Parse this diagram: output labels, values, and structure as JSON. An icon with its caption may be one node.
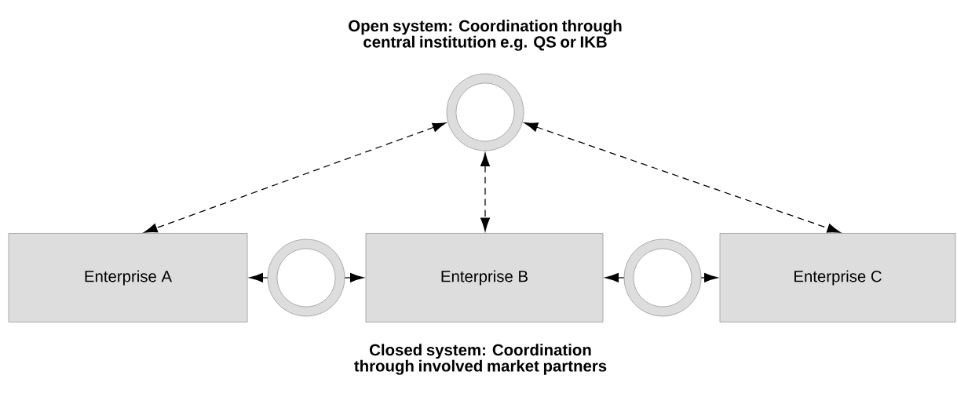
{
  "diagram": {
    "nodes": [
      {
        "text": [],
        "shape": "circle"
      },
      {
        "text": [
          "Enterprise A"
        ]
      },
      {
        "text": [],
        "shape": "circle"
      },
      {
        "text": [
          "Enterprise B"
        ]
      },
      {
        "text": [],
        "shape": "circle"
      },
      {
        "text": [
          "Enterprise C"
        ]
      }
    ],
    "edges": [
      {
        "from": 0,
        "to": 1,
        "arrow": "both",
        "style": "dashed"
      },
      {
        "from": 0,
        "to": 3,
        "arrow": "both",
        "style": "dashed"
      },
      {
        "from": 0,
        "to": 5,
        "arrow": "both",
        "style": "dashed"
      },
      {
        "from": 2,
        "to": 1,
        "arrow": "to"
      },
      {
        "from": 2,
        "to": 3,
        "arrow": "to"
      },
      {
        "from": 4,
        "to": 3,
        "arrow": "to"
      },
      {
        "from": 4,
        "to": 5,
        "arrow": "to"
      }
    ],
    "labels": [
      "Open system: Coordination through central institution e.g. QS or IKB",
      "Closed system: Coordination through involved market partners"
    ]
  }
}
